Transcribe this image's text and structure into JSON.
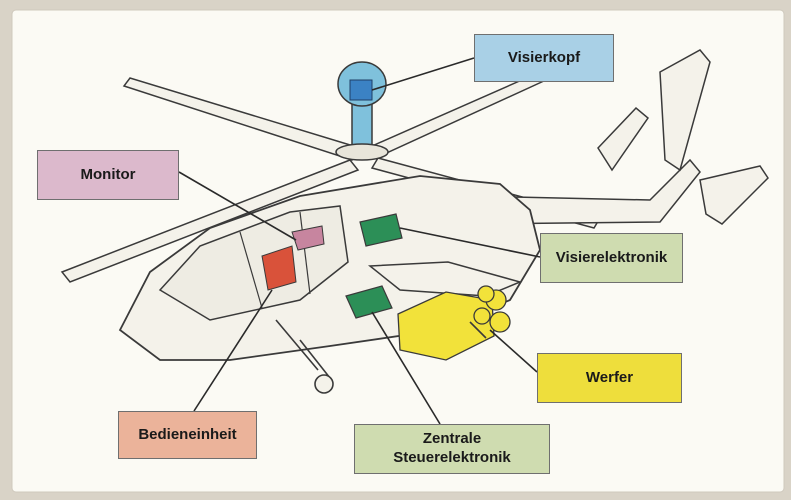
{
  "diagram": {
    "labels": [
      {
        "key": "visierkopf",
        "text": "Visierkopf",
        "color": "#a9d0e6"
      },
      {
        "key": "monitor",
        "text": "Monitor",
        "color": "#dcb9cc"
      },
      {
        "key": "visierelektronik",
        "text": "Visierelektronik",
        "color": "#cfdcb0"
      },
      {
        "key": "werfer",
        "text": "Werfer",
        "color": "#eede3c"
      },
      {
        "key": "bedieneinheit",
        "text": "Bedieneinheit",
        "color": "#ebb39a"
      },
      {
        "key": "zentrale",
        "text": "Zentrale\nSteuerelektronik",
        "color": "#cfdcb0"
      }
    ],
    "colors": {
      "background": "#d9d3c7",
      "panel": "#fbfaf4",
      "outline": "#3a3a3a",
      "sight_head": "#7fc1dc",
      "electronics": "#2c8f57",
      "launcher": "#f2e23a",
      "seat": "#d9523a",
      "monitor_part": "#c7859f"
    }
  }
}
